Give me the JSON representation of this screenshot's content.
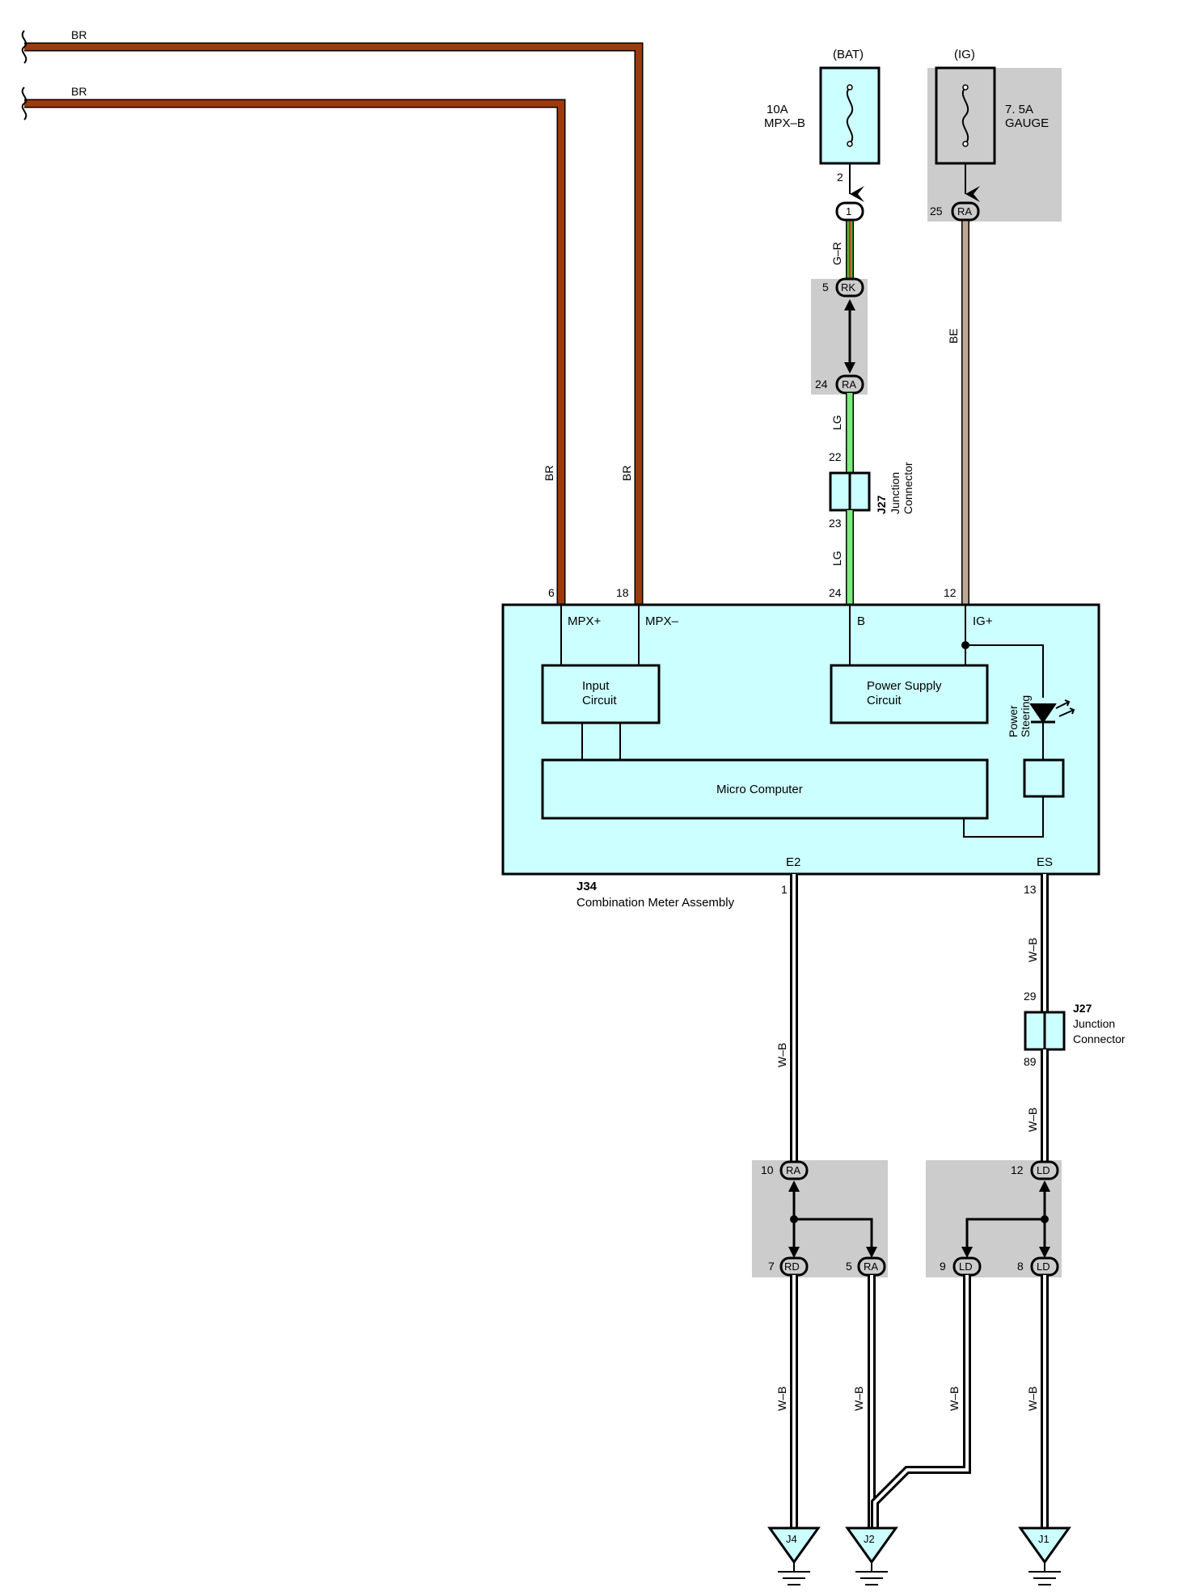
{
  "colors": {
    "wire_br": "#9B3A0A",
    "wire_lg": "#7CEB7C",
    "wire_gr_green": "#33CC33",
    "wire_gr_red": "#E82020",
    "wire_be": "#BFA993",
    "wire_wb": "#FFFFFF",
    "component_fill": "#CCFFFF",
    "shade": "#CCCCCC"
  },
  "wires": {
    "br1": "BR",
    "br2": "BR",
    "br_v1": "BR",
    "br_v2": "BR",
    "gr": "G–R",
    "lg1": "LG",
    "lg2": "LG",
    "be": "BE",
    "wb_e2_upper": "W–B",
    "wb_es_upper": "W–B",
    "wb_es_mid": "W–B",
    "wb_rd": "W–B",
    "wb_ra": "W–B",
    "wb_ld9": "W–B",
    "wb_ld8": "W–B"
  },
  "fuses": {
    "bat_header": "(BAT)",
    "bat_rating": "10A",
    "bat_name": "MPX–B",
    "ig_header": "(IG)",
    "ig_rating": "7. 5A",
    "ig_name": "GAUGE"
  },
  "connectors": {
    "c1": "1",
    "c1_pin": "2",
    "rk": "RK",
    "rk_pin": "5",
    "ra24": "RA",
    "ra24_pin": "24",
    "ra25": "RA",
    "ra25_pin": "25",
    "ra10": "RA",
    "ra10_pin": "10",
    "rd7": "RD",
    "rd7_pin": "7",
    "ra5": "RA",
    "ra5_pin": "5",
    "ld12": "LD",
    "ld12_pin": "12",
    "ld9": "LD",
    "ld9_pin": "9",
    "ld8": "LD",
    "ld8_pin": "8"
  },
  "junction_upper": {
    "id": "J27",
    "name_line1": "Junction",
    "name_line2": "Connector",
    "pin_in": "22",
    "pin_out": "23"
  },
  "junction_lower": {
    "id": "J27",
    "name_line1": "Junction",
    "name_line2": "Connector",
    "pin_in": "29",
    "pin_out": "89"
  },
  "meter": {
    "id": "J34",
    "name": "Combination Meter Assembly",
    "pins": {
      "mpx_plus_num": "6",
      "mpx_plus": "MPX+",
      "mpx_minus_num": "18",
      "mpx_minus": "MPX–",
      "b_num": "24",
      "b": "B",
      "ig_num": "12",
      "ig": "IG+",
      "e2": "E2",
      "e2_num": "1",
      "es": "ES",
      "es_num": "13"
    },
    "input_line1": "Input",
    "input_line2": "Circuit",
    "psu_line1": "Power Supply",
    "psu_line2": "Circuit",
    "micro": "Micro Computer",
    "ps_line1": "Power",
    "ps_line2": "Steering"
  },
  "grounds": {
    "j4": "J4",
    "j2": "J2",
    "j1": "J1"
  }
}
